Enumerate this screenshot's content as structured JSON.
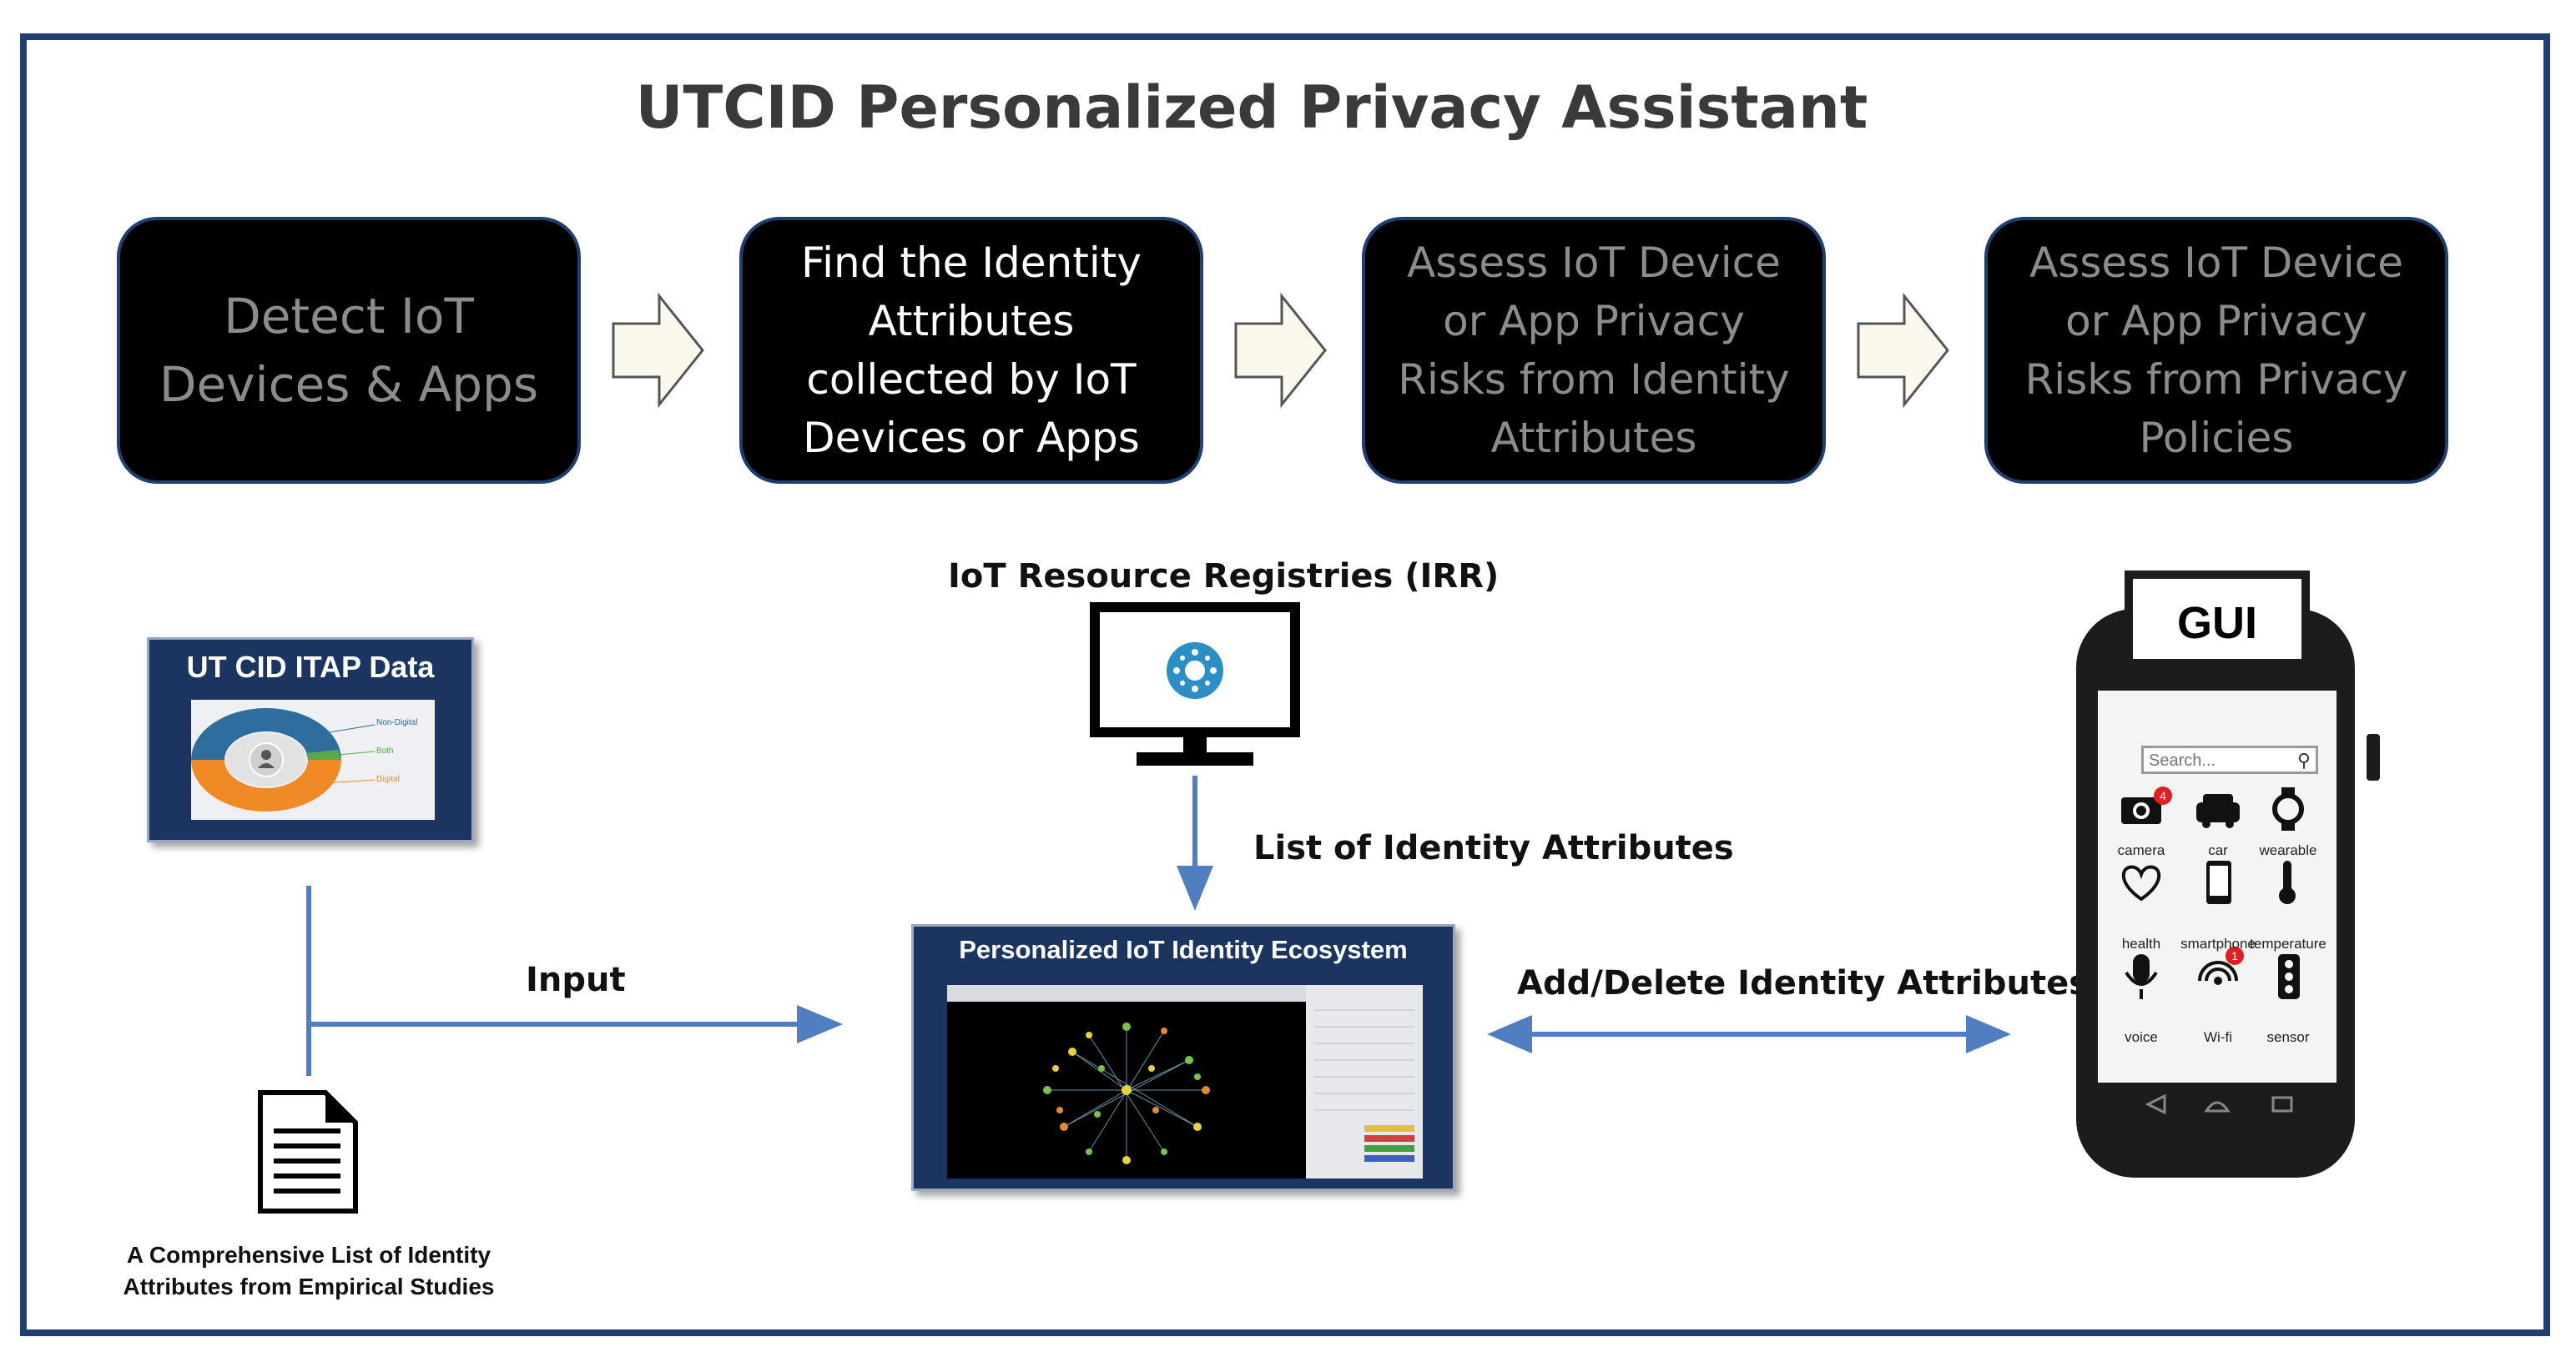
{
  "title": "UTCID Personalized Privacy Assistant",
  "steps": [
    {
      "text": "Detect IoT\nDevices & Apps",
      "active": false
    },
    {
      "text": "Find the Identity\nAttributes\ncollected by IoT\nDevices or Apps",
      "active": true
    },
    {
      "text": "Assess IoT Device\nor App Privacy\nRisks from Identity\nAttributes",
      "active": false
    },
    {
      "text": "Assess IoT Device\nor App Privacy\nRisks from Privacy\nPolicies",
      "active": false
    }
  ],
  "itap": {
    "title": "UT CID ITAP Data",
    "legend": [
      "Non-Digital",
      "Both",
      "Digital"
    ]
  },
  "document_caption": "A Comprehensive List of Identity\nAttributes from Empirical Studies",
  "input_label": "Input",
  "irr_label": "IoT Resource Registries  (IRR)",
  "list_label": "List of Identity Attributes",
  "ecosystem_title": "Personalized IoT Identity Ecosystem",
  "add_delete_label": "Add/Delete Identity Attributes",
  "phone": {
    "gui_label": "GUI",
    "search_placeholder": "Search...",
    "apps": [
      {
        "label": "camera",
        "icon": "camera-icon",
        "badge": "4"
      },
      {
        "label": "car",
        "icon": "car-icon",
        "badge": ""
      },
      {
        "label": "wearable",
        "icon": "watch-icon",
        "badge": ""
      },
      {
        "label": "health",
        "icon": "heart-icon",
        "badge": ""
      },
      {
        "label": "smartphone",
        "icon": "smartphone-icon",
        "badge": ""
      },
      {
        "label": "temperature",
        "icon": "thermometer-icon",
        "badge": ""
      },
      {
        "label": "voice",
        "icon": "microphone-icon",
        "badge": ""
      },
      {
        "label": "Wi-fi",
        "icon": "wifi-icon",
        "badge": "1"
      },
      {
        "label": "sensor",
        "icon": "traffic-light-icon",
        "badge": ""
      }
    ]
  },
  "colors": {
    "frame": "#1f3f73",
    "card": "#1b3560",
    "arrow": "#4f7fc0",
    "donut_blue": "#2f6d9e",
    "donut_orange": "#f08a24",
    "donut_green": "#59a84a"
  }
}
